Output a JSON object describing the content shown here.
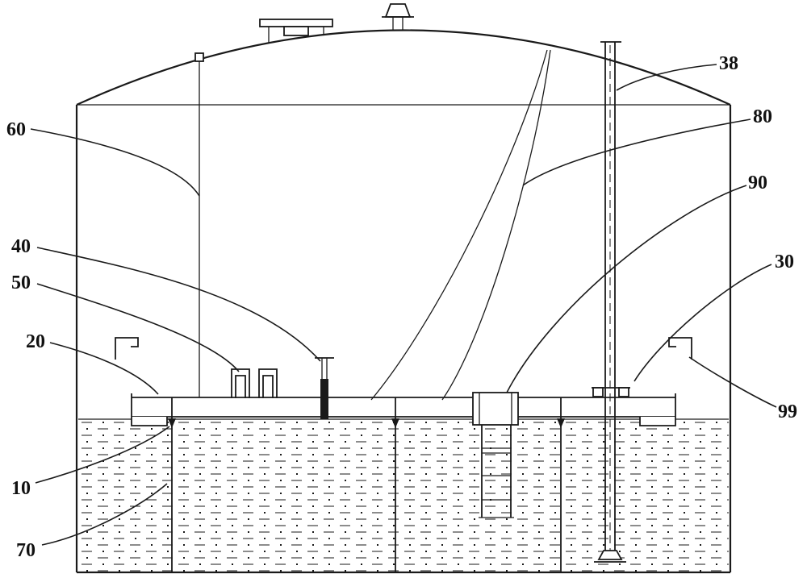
{
  "figure": {
    "background": "#ffffff",
    "stroke_color": "#1a1a1a",
    "kind": "patent line drawing of a floating-roof storage tank"
  },
  "labels": {
    "n60": "60",
    "n40": "40",
    "n50": "50",
    "n20": "20",
    "n10": "10",
    "n70": "70",
    "n38": "38",
    "n80": "80",
    "n90": "90",
    "n30": "30",
    "n99": "99"
  }
}
